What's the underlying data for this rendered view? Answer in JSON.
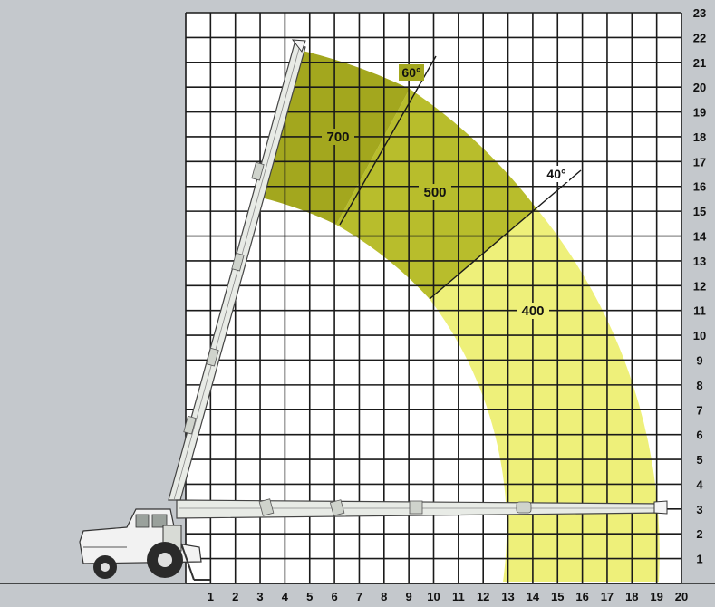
{
  "chart_data": {
    "type": "area",
    "x_ticks": [
      "1",
      "2",
      "3",
      "4",
      "5",
      "6",
      "7",
      "8",
      "9",
      "10",
      "11",
      "12",
      "13",
      "14",
      "15",
      "16",
      "17",
      "18",
      "19",
      "20"
    ],
    "y_ticks": [
      "1",
      "2",
      "3",
      "4",
      "5",
      "6",
      "7",
      "8",
      "9",
      "10",
      "11",
      "12",
      "13",
      "14",
      "15",
      "16",
      "17",
      "18",
      "19",
      "20",
      "21",
      "22",
      "23"
    ],
    "xlim": [
      0,
      20
    ],
    "ylim": [
      0,
      23
    ],
    "grid": true,
    "zones": [
      {
        "label": "700",
        "color": "#a3a71e"
      },
      {
        "label": "500",
        "color": "#b8bd2c"
      },
      {
        "label": "400",
        "color": "#eef07a"
      }
    ],
    "angle_lines": [
      {
        "label": "60°",
        "degrees": 60
      },
      {
        "label": "40°",
        "degrees": 40
      }
    ],
    "colors": {
      "background": "#c4c8cc",
      "grid_bg": "#ffffff",
      "grid_line": "#1a1a1a",
      "boom": "#e8ebe6",
      "truck": "#f2f2f2"
    }
  }
}
